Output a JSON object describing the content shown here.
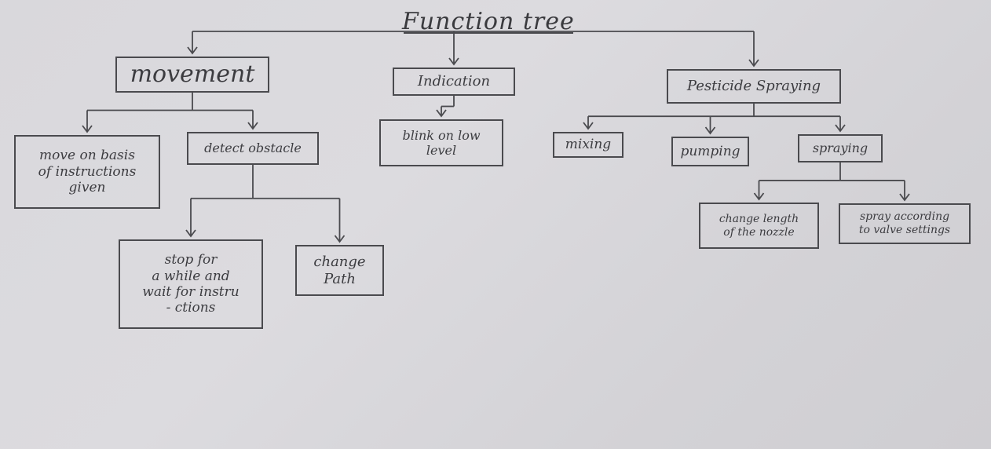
{
  "title": "Function tree",
  "nodes": {
    "movement": "movement",
    "indication": "Indication",
    "pesticide_spraying": "Pesticide Spraying",
    "move_on_basis": "move on basis\nof instructions\ngiven",
    "detect_obstacle": "detect obstacle",
    "stop_for_a_while": "stop for\na while and\nwait for instru\n- ctions",
    "change_path": "change\nPath",
    "blink_on_low_level": "blink on low\nlevel",
    "mixing": "mixing",
    "pumping": "pumping",
    "spraying": "spraying",
    "change_length": "change length\nof the nozzle",
    "spray_according": "spray according\nto valve settings"
  },
  "edges": [
    [
      "title",
      "movement"
    ],
    [
      "title",
      "indication"
    ],
    [
      "title",
      "pesticide_spraying"
    ],
    [
      "movement",
      "move_on_basis"
    ],
    [
      "movement",
      "detect_obstacle"
    ],
    [
      "detect_obstacle",
      "stop_for_a_while"
    ],
    [
      "detect_obstacle",
      "change_path"
    ],
    [
      "indication",
      "blink_on_low_level"
    ],
    [
      "pesticide_spraying",
      "mixing"
    ],
    [
      "pesticide_spraying",
      "pumping"
    ],
    [
      "pesticide_spraying",
      "spraying"
    ],
    [
      "spraying",
      "change_length"
    ],
    [
      "spraying",
      "spray_according"
    ]
  ]
}
